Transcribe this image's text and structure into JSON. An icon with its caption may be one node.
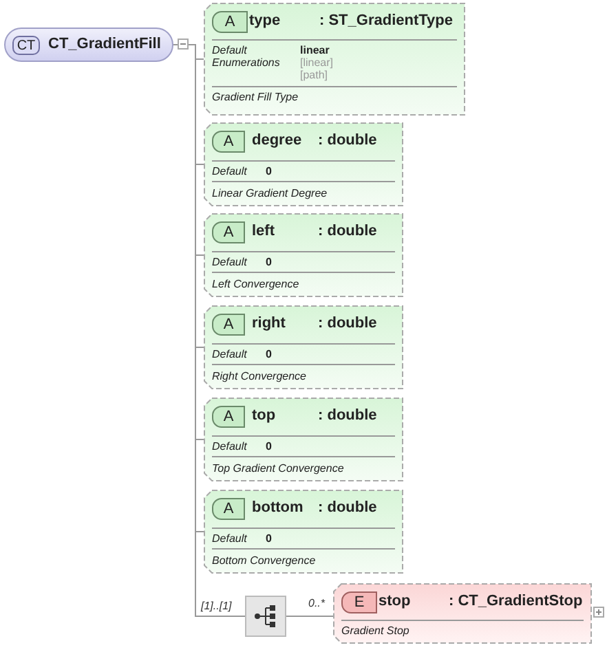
{
  "diagram": {
    "nodes": [
      {
        "text": [
          "CT",
          "CT_GradientFill"
        ]
      },
      {
        "text": [
          "A",
          "type",
          ": ST_GradientType",
          "Default",
          "linear",
          "Enumerations",
          "[linear]",
          "[path]",
          "Gradient Fill Type"
        ]
      },
      {
        "text": [
          "A",
          "degree",
          ": double",
          "Default",
          "0",
          "Linear Gradient Degree"
        ]
      },
      {
        "text": [
          "A",
          "left",
          ": double",
          "Default",
          "0",
          "Left Convergence"
        ]
      },
      {
        "text": [
          "A",
          "right",
          ": double",
          "Default",
          "0",
          "Right Convergence"
        ]
      },
      {
        "text": [
          "A",
          "top",
          ": double",
          "Default",
          "0",
          "Top Gradient Convergence"
        ]
      },
      {
        "text": [
          "A",
          "bottom",
          ": double",
          "Default",
          "0",
          "Bottom Convergence"
        ]
      },
      {
        "text": [],
        "shape": "box"
      },
      {
        "text": [
          "E",
          "stop",
          ": CT_GradientStop",
          "Gradient Stop"
        ]
      }
    ],
    "edges": [
      {
        "from": 0,
        "to": 1,
        "arrow": "none"
      },
      {
        "from": 0,
        "to": 2,
        "arrow": "none"
      },
      {
        "from": 0,
        "to": 3,
        "arrow": "none"
      },
      {
        "from": 0,
        "to": 4,
        "arrow": "none"
      },
      {
        "from": 0,
        "to": 5,
        "arrow": "none"
      },
      {
        "from": 0,
        "to": 6,
        "arrow": "none"
      },
      {
        "from": 0,
        "to": 7,
        "label": "[1]..[1]",
        "arrow": "none"
      },
      {
        "from": 7,
        "to": 8,
        "label": "0..*",
        "arrow": "none"
      }
    ]
  }
}
